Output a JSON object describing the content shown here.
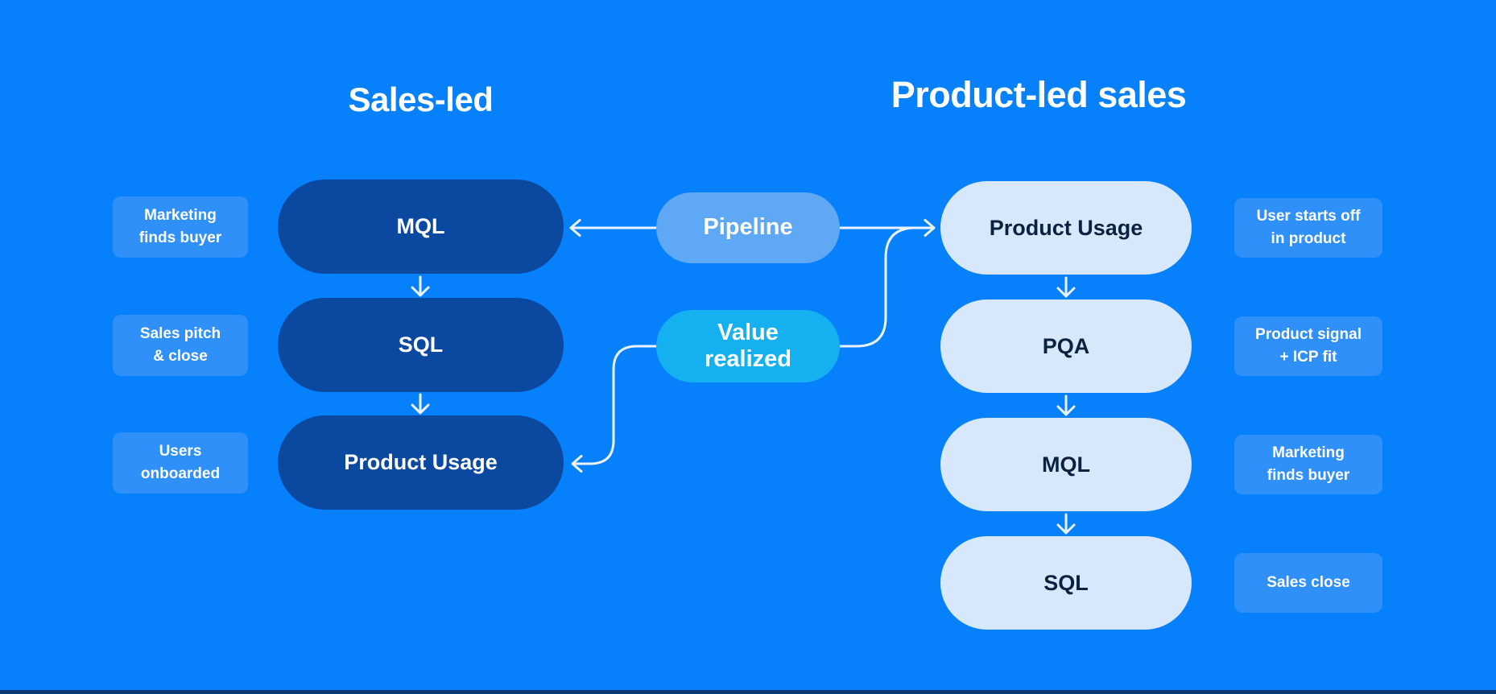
{
  "colors": {
    "background": "#0780FC",
    "dark_pill": "#0B48A0",
    "note_chip": "#2F90FA",
    "pipeline_pill": "#5EA8F6",
    "value_pill": "#15B0F0",
    "light_pill": "#D7E8FC",
    "light_pill_text": "#0A2140",
    "connector_line": "#EAF3FE",
    "bottom_strip": "#0B3A74"
  },
  "sales_led": {
    "title": "Sales-led",
    "stages": [
      "MQL",
      "SQL",
      "Product Usage"
    ],
    "notes": [
      [
        "Marketing",
        "finds buyer"
      ],
      [
        "Sales pitch",
        "& close"
      ],
      [
        "Users",
        "onboarded"
      ]
    ]
  },
  "product_led": {
    "title": "Product-led sales",
    "stages": [
      "Product Usage",
      "PQA",
      "MQL",
      "SQL"
    ],
    "notes": [
      [
        "User starts off",
        "in product"
      ],
      [
        "Product signal",
        "+ ICP fit"
      ],
      [
        "Marketing",
        "finds buyer"
      ],
      [
        "Sales close"
      ]
    ]
  },
  "connectors": {
    "pipeline_label": "Pipeline",
    "value_realized_label": [
      "Value",
      "realized"
    ]
  }
}
